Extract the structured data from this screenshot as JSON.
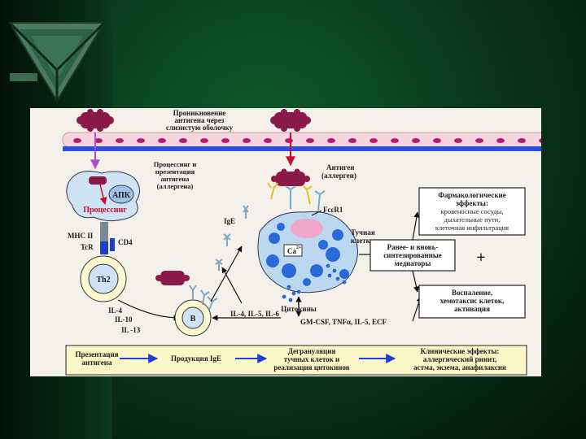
{
  "diagram": {
    "title_lines": [
      "Проникновение",
      "антигена через",
      "слизистую оболочку"
    ],
    "processing": [
      "Процессинг и",
      "презентация",
      "антигена",
      "(аллергена)"
    ],
    "apc": "АПК",
    "processing_red": "Процессинг",
    "mhc": "MHC II",
    "tcr": "TcR",
    "cd4": "CD4",
    "th2": "Th2",
    "interleukins_left": [
      "IL-4",
      "IL-10",
      "IL -13"
    ],
    "b_cell": "B",
    "interleukins_bottom": "IL-4, IL-5, IL-6",
    "ige": "IgE",
    "antigen": [
      "Антиген",
      "(аллерген)"
    ],
    "receptor": "FcεR1",
    "mast_cell": [
      "Тучная",
      "клетка"
    ],
    "calcium": "Ca",
    "calcium_sup": "2+",
    "cytokines": "Цитокины",
    "cytokine_list": "GM-CSF, TNFα, IL-5, ECF",
    "pharma": [
      "Фармакологические",
      "эффекты:",
      "кровеносные сосуды,",
      "дыхательные пути,",
      "клеточная инфильтрация"
    ],
    "mediators": [
      "Ранее- и вновь-",
      "синтезированные",
      "медиаторы"
    ],
    "plus": "+",
    "inflammation": [
      "Воспаление,",
      "хемотаксис клеток,",
      "активация"
    ],
    "bottom_steps": {
      "presentation": [
        "Презентация",
        "антигена"
      ],
      "production": "Продукция IgE",
      "degranulation": [
        "Дегрануляция",
        "тучных клеток и",
        "реализация цитокинов"
      ],
      "clinical": [
        "Клинические эффекты:",
        "аллергический ринит,",
        "астма, экзема, анафилаксия"
      ]
    }
  },
  "colors": {
    "antigen": "#8b1a4a",
    "membrane": "#2f4fd6",
    "epithelium": "#f5d5de",
    "mast": "#bcd8f0",
    "granule": "#2a6ad8"
  }
}
